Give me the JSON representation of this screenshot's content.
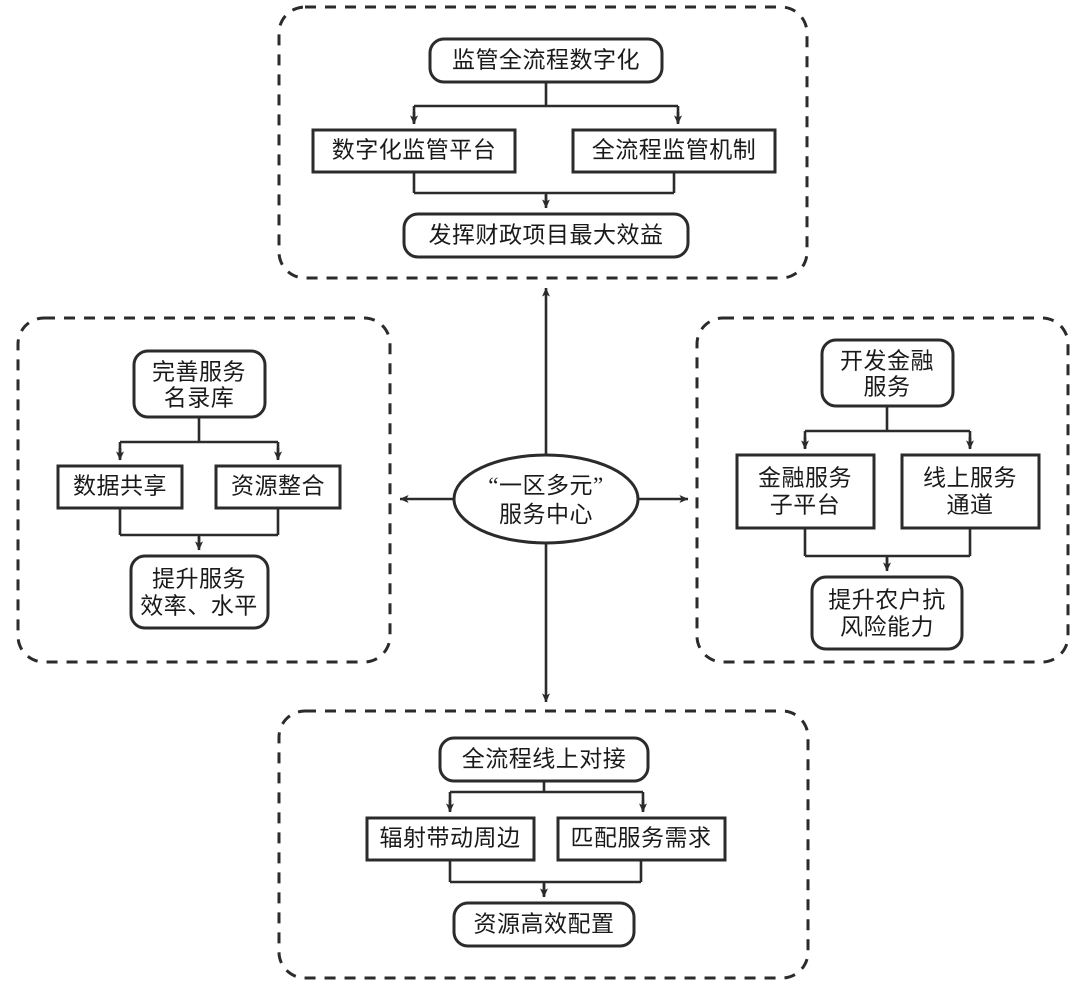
{
  "diagram": {
    "type": "hub-and-spoke flowchart",
    "center": {
      "label_line1": "“一区多元”",
      "label_line2": "服务中心"
    },
    "panels": {
      "top": {
        "name": "监管全流程数字化",
        "root": "监管全流程数字化",
        "middle_left": "数字化监管平台",
        "middle_right": "全流程监管机制",
        "outcome": "发挥财政项目最大效益"
      },
      "left": {
        "name": "完善服务名录库",
        "root_line1": "完善服务",
        "root_line2": "名录库",
        "middle_left": "数据共享",
        "middle_right": "资源整合",
        "outcome_line1": "提升服务",
        "outcome_line2": "效率、水平"
      },
      "right": {
        "name": "开发金融服务",
        "root_line1": "开发金融",
        "root_line2": "服务",
        "middle_left_line1": "金融服务",
        "middle_left_line2": "子平台",
        "middle_right_line1": "线上服务",
        "middle_right_line2": "通道",
        "outcome_line1": "提升农户抗",
        "outcome_line2": "风险能力"
      },
      "bottom": {
        "name": "全流程线上对接",
        "root": "全流程线上对接",
        "middle_left": "辐射带动周边",
        "middle_right": "匹配服务需求",
        "outcome": "资源高效配置"
      }
    },
    "colors": {
      "stroke": "#2b2b2b",
      "text": "#1a1a1a",
      "background": "#ffffff"
    }
  }
}
